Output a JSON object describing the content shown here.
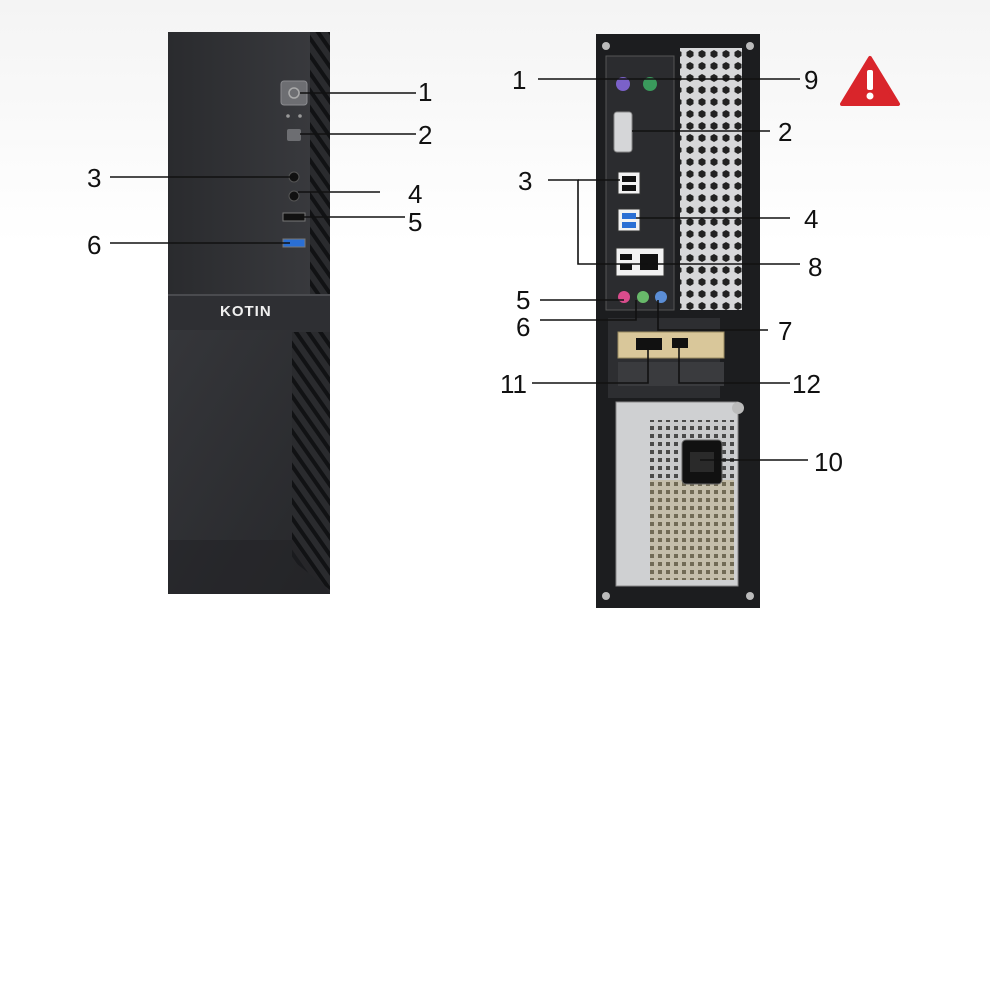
{
  "front": {
    "brand": "KOTIN",
    "callouts": [
      "1",
      "2",
      "3",
      "4",
      "5",
      "6"
    ]
  },
  "rear": {
    "callouts": [
      "1",
      "9",
      "2",
      "3",
      "4",
      "8",
      "5",
      "6",
      "7",
      "11",
      "12",
      "10"
    ]
  },
  "warning_icon": {
    "name": "warning-icon",
    "color": "#d9252b"
  }
}
